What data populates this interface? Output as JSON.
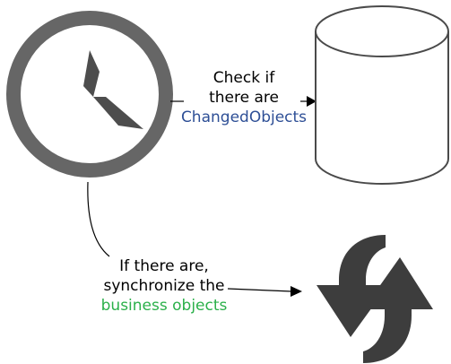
{
  "colors": {
    "clock_ring": "#666666",
    "clock_hands": "#4d4d4d",
    "cylinder_stroke": "#4a4a4a",
    "sync_arrows": "#3d3d3d",
    "connector": "#000000",
    "highlight_blue": "#2e4f96",
    "highlight_green": "#2bb04a"
  },
  "icons": {
    "clock": "clock-icon",
    "database": "database-cylinder-icon",
    "sync": "sync-arrows-icon"
  },
  "labels": {
    "check": {
      "line1": "Check if",
      "line2": "there are",
      "highlight": "ChangedObjects"
    },
    "sync": {
      "line1": "If there are,",
      "line2": "synchronize the",
      "highlight": "business objects"
    }
  }
}
